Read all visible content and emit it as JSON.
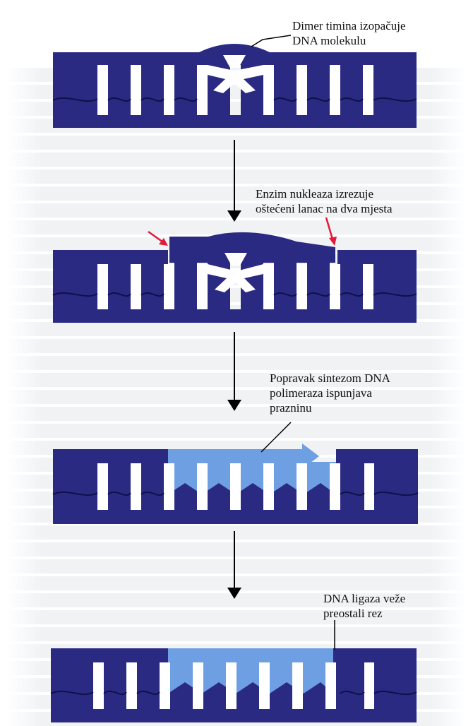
{
  "colors": {
    "dna_strand": "#2a2a83",
    "dna_outline": "#10104a",
    "base_pair": "#ffffff",
    "new_dna": "#6f9fe3",
    "pointer_arrow": "#e01a3c",
    "flow_arrow": "#000000",
    "bleed_text": "#bcc2cc"
  },
  "steps": [
    {
      "id": "thymine-dimer",
      "caption": [
        "Dimer timina izopačuje",
        "DNA molekulu"
      ]
    },
    {
      "id": "nuclease-excision",
      "caption": [
        "Enzim nukleaza izrezuje",
        "oštećeni lanac na dva mjesta"
      ]
    },
    {
      "id": "polymerase-repair",
      "caption": [
        "Popravak sintezom DNA",
        "polimeraza ispunjava",
        "prazninu"
      ]
    },
    {
      "id": "ligase-seal",
      "caption": [
        "DNA ligaza veže",
        "preostali rez"
      ]
    }
  ]
}
